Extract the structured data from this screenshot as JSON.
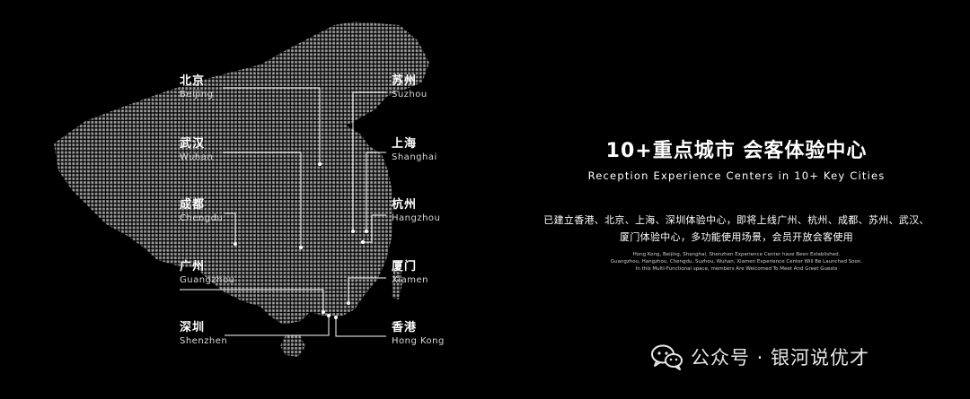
{
  "title_zh": "10+重点城市 会客体验中心",
  "title_en": "Reception Experience Centers in 10+ Key Cities",
  "desc_zh_line1": "已建立香港、北京、上海、深圳体验中心，即将上线广州、杭州、成都、苏州、武汉、",
  "desc_zh_line2": "厦门体验中心，多功能使用场景，会员开放会客使用",
  "desc_en_line1": "Hong Kong, Beijing, Shanghai, Shenzhen Experience Center have Been Established.",
  "desc_en_line2": "Guangzhou, Hangzhou, Chengdu, Suzhou, Wuhan, Xiamen Experience Center Will Be Launched Soon.",
  "desc_en_line3": "In this Multi-Functional space, members Are Welcomed To Meet And Greet Guests",
  "watermark": "公众号 · 银河说优才",
  "cities": {
    "beijing": {
      "zh": "北京",
      "en": "Beijing"
    },
    "wuhan": {
      "zh": "武汉",
      "en": "Wuhan"
    },
    "chengdu": {
      "zh": "成都",
      "en": "Chengdu"
    },
    "guangzhou": {
      "zh": "广州",
      "en": "Guangzhou"
    },
    "shenzhen": {
      "zh": "深圳",
      "en": "Shenzhen"
    },
    "suzhou": {
      "zh": "苏州",
      "en": "Suzhou"
    },
    "shanghai": {
      "zh": "上海",
      "en": "Shanghai"
    },
    "hangzhou": {
      "zh": "杭州",
      "en": "Hangzhou"
    },
    "xiamen": {
      "zh": "厦门",
      "en": "Xiamen"
    },
    "hongkong": {
      "zh": "香港",
      "en": "Hong Kong"
    }
  },
  "colors": {
    "background": "#000000",
    "map_dots": "#9a9a9a",
    "text": "#ffffff",
    "leader_lines": "#ffffff"
  },
  "icons": {
    "watermark": "wechat-icon",
    "map": "dotted-china-map"
  }
}
